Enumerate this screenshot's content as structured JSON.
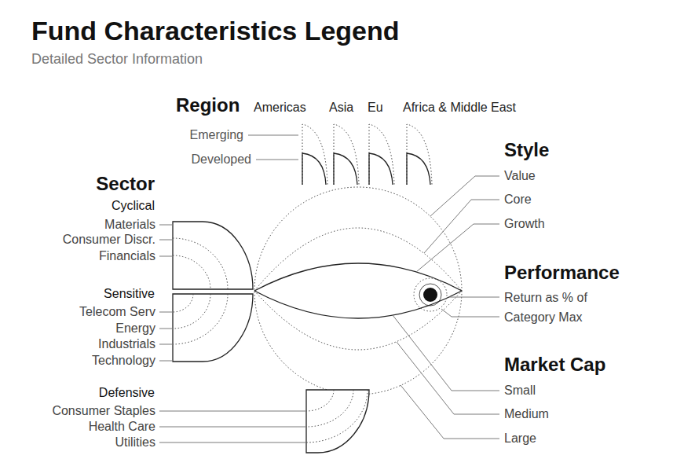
{
  "diagram": {
    "title": "Fund Characteristics Legend",
    "labels": [
      "Detailed Sector Information",
      "Region",
      "Americas",
      "Asia",
      "Eu",
      "Africa & Middle East",
      "Emerging",
      "Developed",
      "Sector",
      "Cyclical",
      "Materials",
      "Consumer Discr.",
      "Financials",
      "Sensitive",
      "Telecom Serv",
      "Energy",
      "Industrials",
      "Technology",
      "Defensive",
      "Consumer Staples",
      "Health Care",
      "Utilities",
      "Style",
      "Value",
      "Core",
      "Growth",
      "Performance",
      "Return as % of Category Max",
      "Market Cap",
      "Small",
      "Medium",
      "Large"
    ]
  }
}
